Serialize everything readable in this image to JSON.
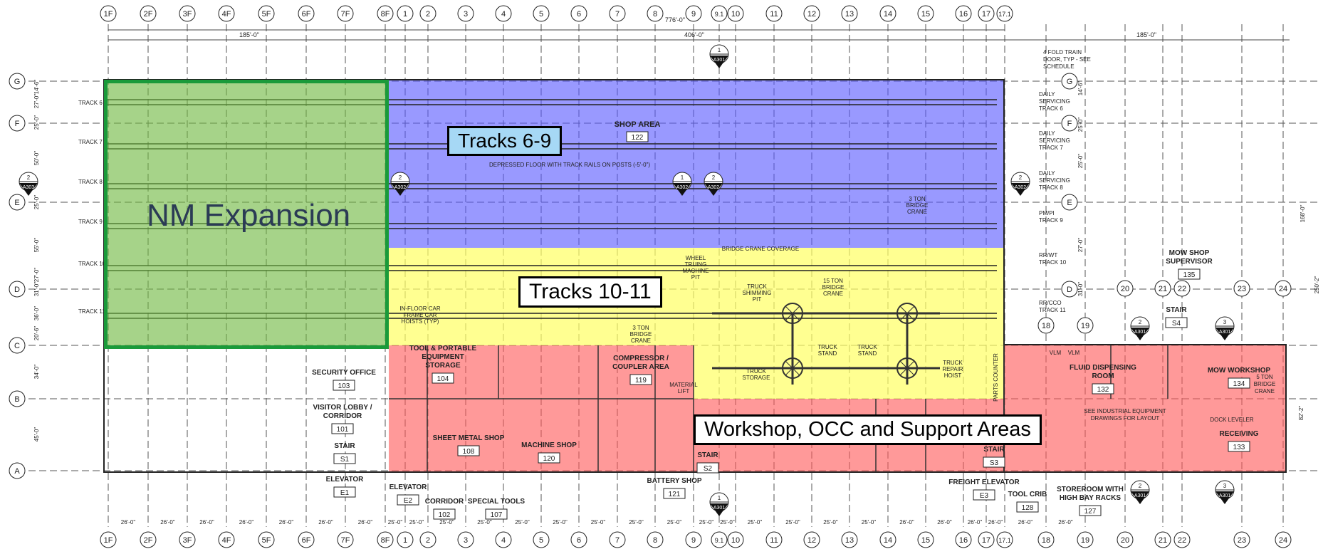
{
  "colors": {
    "tracks_6_9": "#5a5aff",
    "tracks_10_11": "#ffff66",
    "workshop": "#ff5a5a",
    "nm_expansion_fill": "#70b840",
    "nm_expansion_border": "#1a9a3a",
    "linework": "#333333"
  },
  "callouts": {
    "tracks_6_9": "Tracks 6-9",
    "tracks_10_11": "Tracks 10-11",
    "workshop": "Workshop, OCC and Support Areas",
    "nm_expansion": "NM Expansion"
  },
  "column_grid": [
    "1F",
    "2F",
    "3F",
    "4F",
    "5F",
    "6F",
    "7F",
    "8F",
    "1",
    "2",
    "3",
    "4",
    "5",
    "6",
    "7",
    "8",
    "9",
    "9.1",
    "10",
    "11",
    "12",
    "13",
    "14",
    "15",
    "16",
    "17",
    "17.1"
  ],
  "east_grid": [
    "18",
    "19",
    "20",
    "21",
    "22",
    "23",
    "24"
  ],
  "row_grid": [
    "G",
    "F",
    "E",
    "D",
    "C",
    "B",
    "A"
  ],
  "overall_dims": {
    "total": "776'-0\"",
    "west": "185'-0\"",
    "middle": "406'-0\"",
    "east": "185'-0\""
  },
  "bay_dims": [
    "26'-0\"",
    "26'-0\"",
    "26'-0\"",
    "26'-0\"",
    "26'-0\"",
    "26'-0\"",
    "26'-0\"",
    "25'-0\"",
    "25'-0\"",
    "25'-0\"",
    "25'-0\"",
    "25'-0\"",
    "25'-0\"",
    "25'-0\"",
    "25'-0\"",
    "25'-0\"",
    "25'-0\"",
    "25'-0\"",
    "25'-0\"",
    "25'-0\"",
    "25'-0\"",
    "25'-0\"",
    "26'-0\"",
    "26'-0\"",
    "26'-0\"",
    "26'-0\"",
    "26'-0\"",
    "26'-0\""
  ],
  "row_dims": [
    "14'-6\"",
    "27'-0\"",
    "25'-0\"",
    "50'-0\"",
    "25'-0\"",
    "55'-0\"",
    "27'-0\"",
    "31'-0\"",
    "36'-0\"",
    "20'-6\"",
    "34'-0\"",
    "45'-0\""
  ],
  "track_labels": [
    "TRACK 6",
    "TRACK 7",
    "TRACK 8",
    "TRACK 9",
    "TRACK 10",
    "TRACK 11"
  ],
  "east_track_notes": [
    "DAILY SERVICING TRACK 6",
    "DAILY SERVICING TRACK 7",
    "DAILY SERVICING TRACK 8",
    "PM/PI TRACK 9",
    "RR/WT TRACK 10",
    "RR/CCO TRACK 11"
  ],
  "notes": {
    "train_door": "4 FOLD TRAIN DOOR, TYP - SEE SCHEDULE",
    "shop_area": "SHOP AREA",
    "shop_area_no": "122",
    "depressed_floor": "DEPRESSED FLOOR WITH TRACK RAILS ON POSTS (-5'-0\")",
    "bridge_crane_3ton": "3 TON BRIDGE CRANE",
    "bridge_crane_cov": "BRIDGE CRANE COVERAGE",
    "wheel_truing": "WHEEL TRUING MACHINE PIT",
    "truck_shimming": "TRUCK SHIMMING PIT",
    "bridge_crane_15ton": "15 TON BRIDGE CRANE",
    "car_hoist": "IN-FLOOR CAR FRAME CAR HOISTS (TYP)",
    "truck_stand": "TRUCK STAND",
    "truck_storage": "TRUCK STORAGE",
    "truck_repair_hoist": "TRUCK REPAIR HOIST",
    "parts_counter": "PARTS COUNTER",
    "material_lift": "MATERIAL LIFT",
    "industrial_equipment": "SEE INDUSTRIAL EQUIPMENT DRAWINGS FOR LAYOUT",
    "dock_leveler": "DOCK LEVELER",
    "bridge_crane_5ton": "5 TON BRIDGE CRANE",
    "vlm": "VLM"
  },
  "rooms": [
    {
      "name": "SECURITY OFFICE",
      "no": "103"
    },
    {
      "name": "VISITOR LOBBY / CORRIDOR",
      "no": "101"
    },
    {
      "name": "STAIR",
      "no": "S1"
    },
    {
      "name": "ELEVATOR",
      "no": "E1"
    },
    {
      "name": "ELEVATOR",
      "no": "E2"
    },
    {
      "name": "CORRIDOR",
      "no": "102"
    },
    {
      "name": "SPECIAL TOOLS",
      "no": "107"
    },
    {
      "name": "TOOL & PORTABLE EQUIPMENT STORAGE",
      "no": "104"
    },
    {
      "name": "SHEET METAL SHOP",
      "no": "108"
    },
    {
      "name": "MACHINE SHOP",
      "no": "120"
    },
    {
      "name": "COMPRESSOR / COUPLER AREA",
      "no": "119"
    },
    {
      "name": "BATTERY SHOP",
      "no": "121"
    },
    {
      "name": "STAIR",
      "no": "S2"
    },
    {
      "name": "FREIGHT ELEVATOR",
      "no": "E3"
    },
    {
      "name": "TOOL CRIB",
      "no": "128"
    },
    {
      "name": "STOREROOM WITH HIGH BAY RACKS",
      "no": "127"
    },
    {
      "name": "FLUID DISPENSING ROOM",
      "no": "132"
    },
    {
      "name": "MOW WORKSHOP",
      "no": "134"
    },
    {
      "name": "RECEIVING",
      "no": "133"
    },
    {
      "name": "MOW SHOP SUPERVISOR",
      "no": "135"
    },
    {
      "name": "STAIR",
      "no": "S4"
    },
    {
      "name": "STAIR",
      "no": "S3"
    }
  ],
  "section_markers": [
    {
      "num": "1",
      "sheet": "A301"
    },
    {
      "num": "2",
      "sheet": "A303"
    },
    {
      "num": "2",
      "sheet": "A302"
    },
    {
      "num": "1",
      "sheet": "A302"
    },
    {
      "num": "2",
      "sheet": "A302"
    },
    {
      "num": "2",
      "sheet": "A302"
    },
    {
      "num": "2",
      "sheet": "A301"
    },
    {
      "num": "3",
      "sheet": "A301"
    },
    {
      "num": "1",
      "sheet": "A301"
    },
    {
      "num": "2",
      "sheet": "A301"
    },
    {
      "num": "3",
      "sheet": "A301"
    }
  ],
  "east_dims": {
    "total_1": "168'-0\"",
    "total_2": "250'-2\"",
    "right": "82'-2\"",
    "e1": "14'-6\"",
    "e2": "25'-0\"",
    "e3": "25'-0\"",
    "e4": "27'-0\"",
    "e5": "31'-0\""
  }
}
